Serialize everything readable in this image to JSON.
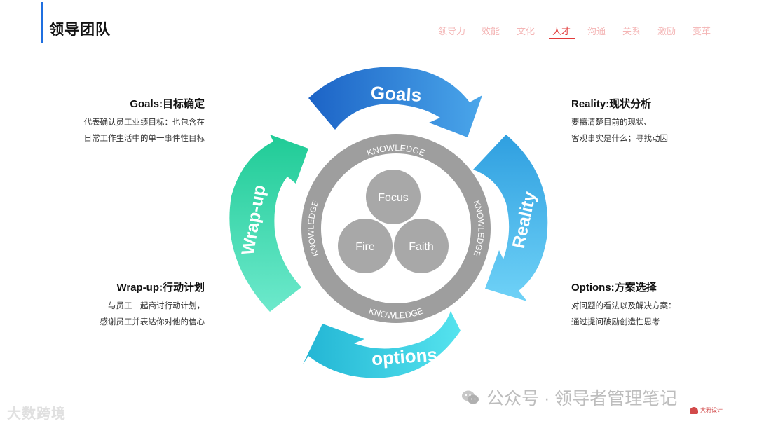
{
  "header": {
    "title": "领导团队",
    "nav": [
      {
        "label": "领导力",
        "active": false
      },
      {
        "label": "效能",
        "active": false
      },
      {
        "label": "文化",
        "active": false
      },
      {
        "label": "人才",
        "active": true
      },
      {
        "label": "沟通",
        "active": false
      },
      {
        "label": "关系",
        "active": false
      },
      {
        "label": "激励",
        "active": false
      },
      {
        "label": "变革",
        "active": false
      }
    ]
  },
  "colors": {
    "accent_bar": "#1f6fe0",
    "nav_active": "#e23a3a",
    "nav_inactive": "#f4b5b5",
    "ring_gray": "#9e9e9e",
    "inner_circle_gray": "#a8a8a8",
    "goals": [
      "#1f6fcf",
      "#4aa3e8"
    ],
    "reality": [
      "#3aa8e6",
      "#6dd0f5"
    ],
    "options": [
      "#2ec0d8",
      "#5fe0ee"
    ],
    "wrapup": [
      "#2ecfa0",
      "#6ae8c8"
    ]
  },
  "diagram": {
    "arrows": {
      "goals": "Goals",
      "reality": "Reality",
      "options": "options",
      "wrapup": "Wrap-up"
    },
    "ring_labels": {
      "top": "KNOWLEDGE",
      "bottom": "KNOWLEDGE",
      "left": "KNOWLEDGE",
      "right": "KNOWLEDGE"
    },
    "inner_circles": {
      "focus": "Focus",
      "fire": "Fire",
      "faith": "Faith"
    }
  },
  "blocks": {
    "goals": {
      "title": "Goals:目标确定",
      "lines": [
        "代表确认员工业绩目标：也包含在",
        "日常工作生活中的单一事件性目标"
      ]
    },
    "reality": {
      "title": "Reality:现状分析",
      "lines": [
        "要搞清楚目前的现状、",
        "客观事实是什么；寻找动因"
      ]
    },
    "wrapup": {
      "title": "Wrap-up:行动计划",
      "lines": [
        "与员工一起商讨行动计划，",
        "感谢员工并表达你对他的信心"
      ]
    },
    "options": {
      "title": "Options:方案选择",
      "lines": [
        "对问题的看法以及解决方案：",
        "通过提问破励创造性思考"
      ]
    }
  },
  "footer": {
    "left_watermark": "大数跨境",
    "right_watermark": "公众号 · 领导者管理笔记",
    "small_logo": "大雅设计"
  }
}
